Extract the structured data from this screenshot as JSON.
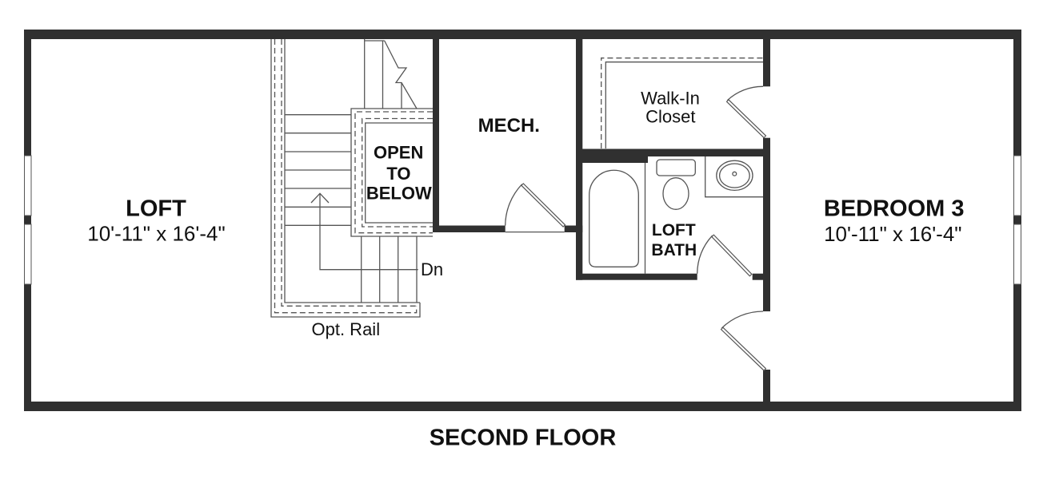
{
  "plan": {
    "title": "SECOND FLOOR",
    "rooms": {
      "loft": {
        "name": "LOFT",
        "dimensions": "10'-11\" x 16'-4\""
      },
      "bedroom_3": {
        "name": "BEDROOM 3",
        "dimensions": "10'-11\" x 16'-4\""
      },
      "mech": {
        "name": "MECH."
      },
      "walk_in_closet": {
        "lines": [
          "Walk-In",
          "Closet"
        ]
      },
      "loft_bath": {
        "lines": [
          "LOFT",
          "BATH"
        ]
      },
      "open_to_below": {
        "lines": [
          "OPEN",
          "TO",
          "BELOW"
        ]
      }
    },
    "stairs": {
      "direction_label": "Dn",
      "rail_label": "Opt. Rail"
    },
    "symbols": [
      "window",
      "door-swing",
      "stair-arrow",
      "bathtub",
      "toilet",
      "sink",
      "closet-shelf"
    ]
  },
  "colors": {
    "wall": "#303030",
    "line": "#555555",
    "text": "#111111",
    "background": "#ffffff"
  }
}
